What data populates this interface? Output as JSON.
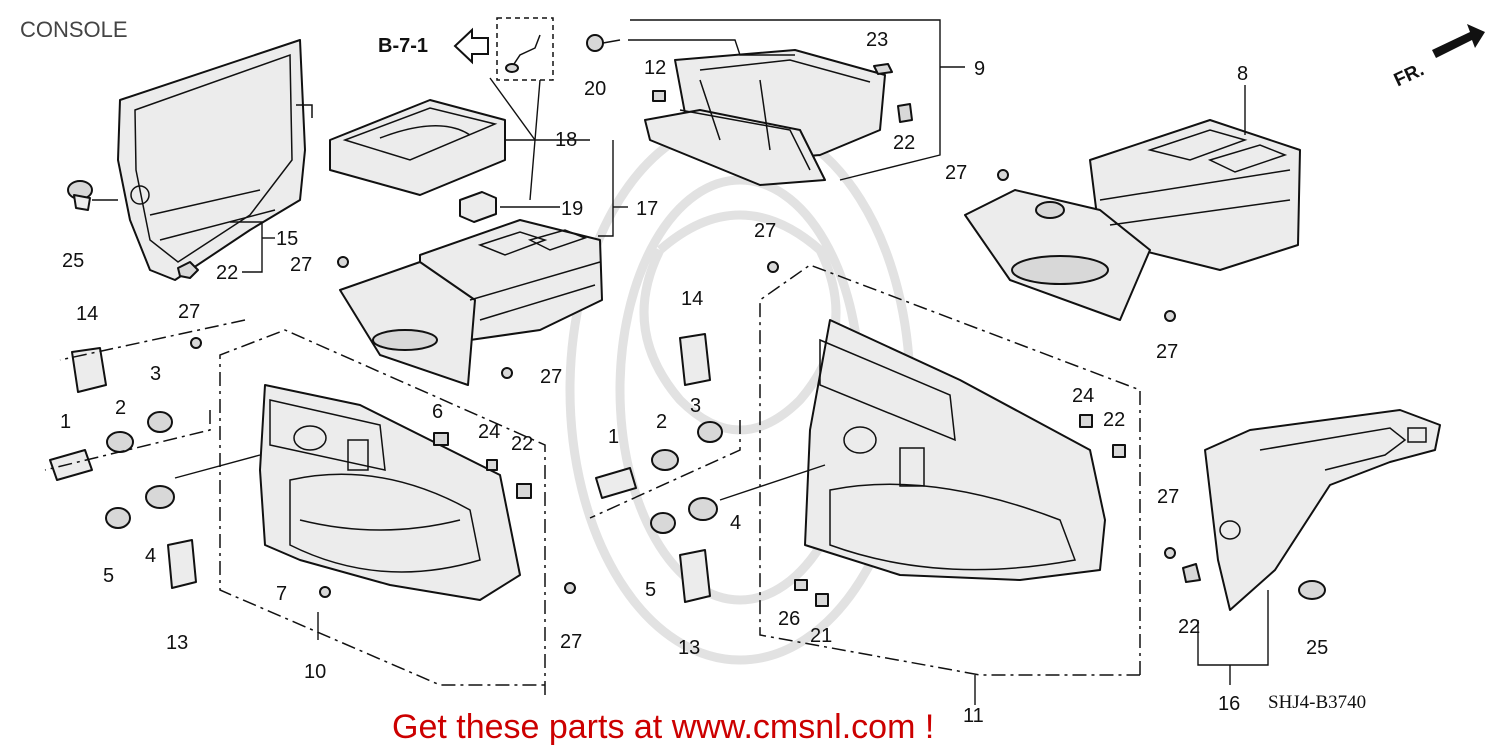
{
  "title": "CONSOLE",
  "reference": "B-7-1",
  "front_marker": "FR.",
  "diagram_code": "SHJ4-B3740",
  "promo_text": "Get these parts at www.cmsnl.com !",
  "callouts": {
    "c1a": "1",
    "c2a": "2",
    "c3a": "3",
    "c4a": "4",
    "c5a": "5",
    "c13a": "13",
    "c14a": "14",
    "c7": "7",
    "c10": "10",
    "c6": "6",
    "c24a": "24",
    "c22a": "22",
    "c27a": "27",
    "c27b": "27",
    "c27c": "27",
    "c27d": "27",
    "c25a": "25",
    "c22b": "22",
    "c15": "15",
    "c18": "18",
    "c19": "19",
    "c17": "17",
    "c20": "20",
    "c12": "12",
    "c23": "23",
    "c9": "9",
    "c22c": "22",
    "c8": "8",
    "c27e": "27",
    "c27f": "27",
    "c14b": "14",
    "c1b": "1",
    "c2b": "2",
    "c3b": "3",
    "c4b": "4",
    "c5b": "5",
    "c13b": "13",
    "c27g": "27",
    "c24b": "24",
    "c22d": "22",
    "c26": "26",
    "c21": "21",
    "c11": "11",
    "c27h": "27",
    "c22e": "22",
    "c25b": "25",
    "c16": "16"
  }
}
